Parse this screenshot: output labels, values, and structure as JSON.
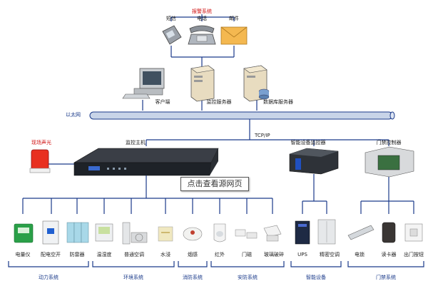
{
  "header": {
    "alarm_system": "报警系统"
  },
  "alarm_devices": {
    "sms": "短信",
    "phone": "电话",
    "email": "邮件"
  },
  "servers": {
    "client": "客户端",
    "monitor_server": "监控服务器",
    "db_server": "数据库服务器"
  },
  "network": {
    "ethernet": "以太网",
    "tcpip": "TCP/IP"
  },
  "controllers": {
    "siren": "现场声光",
    "monitor_host": "监控主机",
    "smart_controller": "智能设备监控器",
    "access_controller": "门禁控制器"
  },
  "devices": {
    "meter": "电量仪",
    "breaker": "配电空开",
    "surge": "防雷器",
    "temp_humidity": "温湿度",
    "ac": "普通空调",
    "water_leak": "水浸",
    "smoke": "烟感",
    "infrared": "红外",
    "door_magnet": "门磁",
    "glass_break": "玻璃破碎",
    "ups": "UPS",
    "precision_ac": "精密空调",
    "electric_lock": "电锁",
    "card_reader": "读卡器",
    "exit_button": "出门按钮"
  },
  "groups": {
    "power": "动力系统",
    "environment": "环境系统",
    "fire": "消防系统",
    "security": "安防系统",
    "smart": "智能设备",
    "access": "门禁系统"
  },
  "tooltip": "点击查看源网页",
  "colors": {
    "line": "#1a3a8a",
    "bus_fill": "#c8d4e8",
    "alarm_text": "#d01010",
    "label": "#1a3a8a"
  }
}
